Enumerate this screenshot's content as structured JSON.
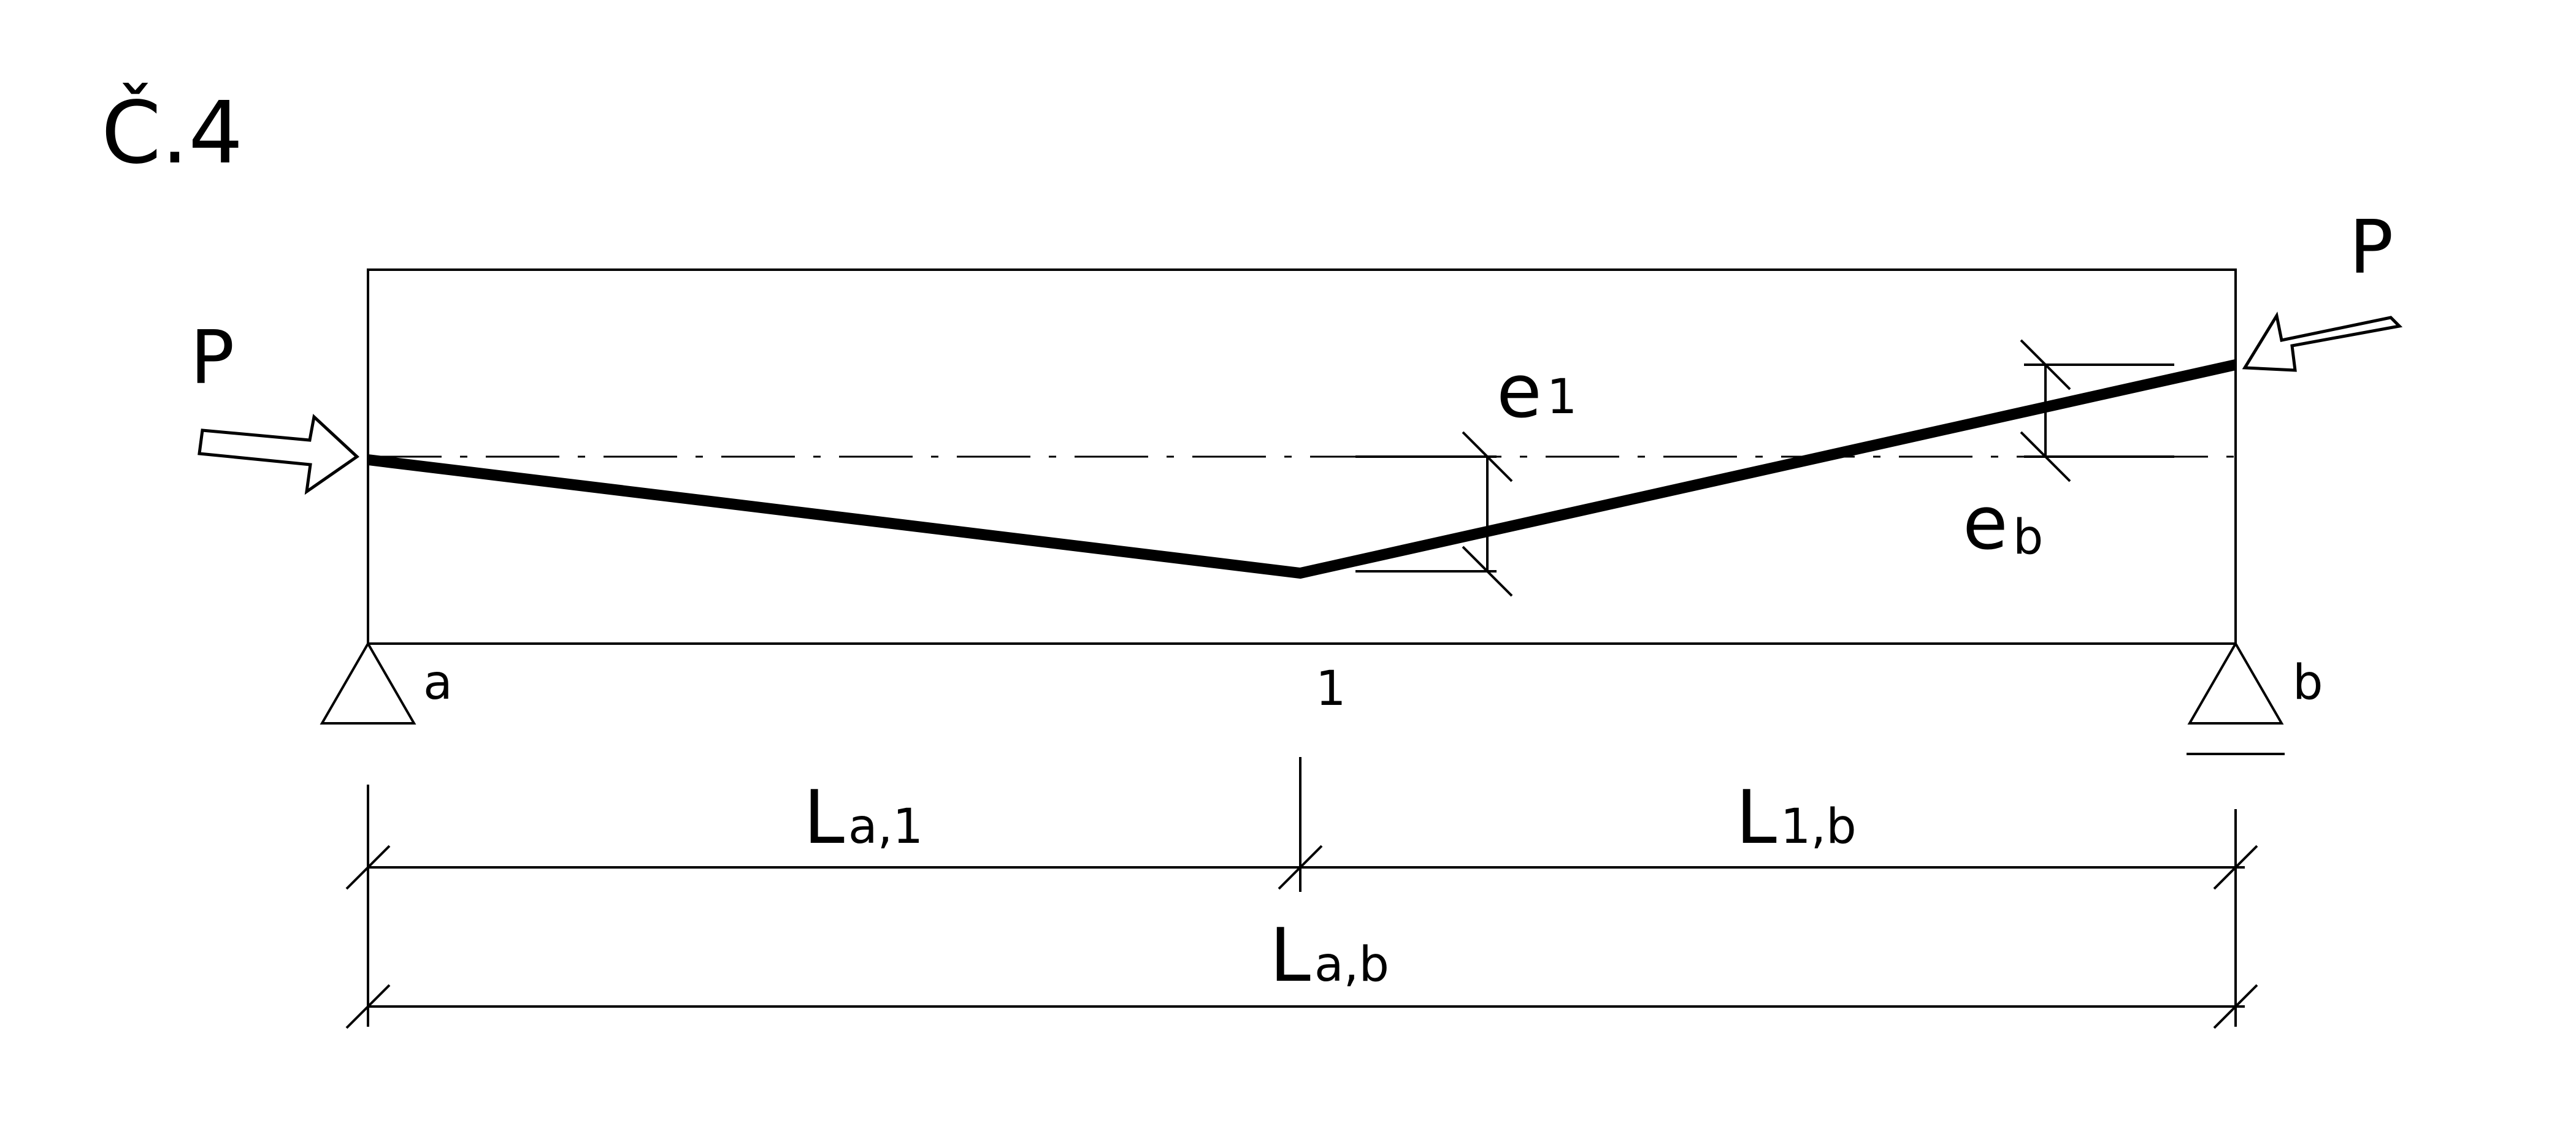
{
  "title": "Č.4",
  "labels": {
    "force_left": "P",
    "force_right": "P",
    "ecc_mid": "e",
    "ecc_mid_sub": "1",
    "ecc_end": "e",
    "ecc_end_sub": "b",
    "support_a": "a",
    "node_mid": "1",
    "support_b": "b",
    "span_a1": "L",
    "span_a1_sub": "a,1",
    "span_1b": "L",
    "span_1b_sub": "1,b",
    "span_ab": "L",
    "span_ab_sub": "a,b"
  },
  "colors": {
    "line": "#000000",
    "background": "#ffffff"
  }
}
